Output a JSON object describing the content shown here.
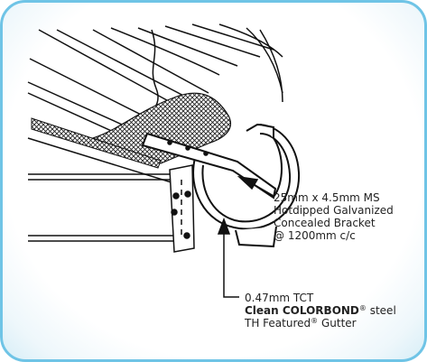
{
  "callouts": {
    "bracket": {
      "line1": "25mm x 4.5mm MS",
      "line2": "Hotdipped Galvanized",
      "line3": "Concealed Bracket",
      "line4": "@ 1200mm c/c"
    },
    "gutter": {
      "line1": "0.47mm TCT",
      "line2_bold": "Clean COLORBOND",
      "line2_reg": "®",
      "line2_rest": " steel",
      "line3_a": "TH Featured",
      "line3_reg": "®",
      "line3_b": " Gutter"
    }
  },
  "colors": {
    "frame_border": "#6fc4e6",
    "ink": "#111111"
  }
}
